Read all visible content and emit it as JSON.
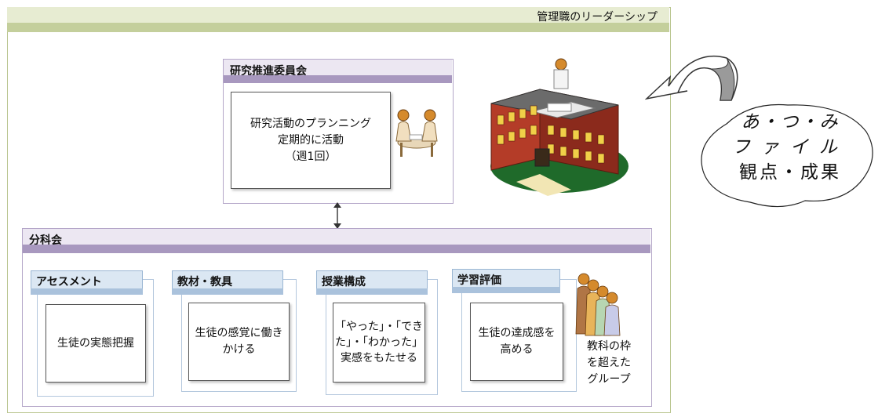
{
  "outer": {
    "title": "管理職のリーダーシップ"
  },
  "committee": {
    "title": "研究推進委員会",
    "lines": [
      "研究活動のプランニング",
      "定期的に活動",
      "（週1回）"
    ]
  },
  "subcommittee": {
    "title": "分科会",
    "groups": [
      {
        "title": "アセスメント",
        "lines": [
          "生徒の実態把握"
        ]
      },
      {
        "title": "教材・教具",
        "lines": [
          "生徒の感覚に働き",
          "かける"
        ]
      },
      {
        "title": "授業構成",
        "lines": [
          "「やった」・「でき",
          "た」・「わかった」",
          "実感をもたせる"
        ]
      },
      {
        "title": "学習評価",
        "lines": [
          "生徒の達成感を",
          "高める"
        ]
      }
    ],
    "group_label": [
      "教科の枠",
      "を超えた",
      "グループ"
    ]
  },
  "cloud": {
    "lines": [
      "あ・つ・み",
      "ファイル",
      "観点・成果"
    ]
  },
  "colors": {
    "green_band": "#c4cf9c",
    "purple_band": "#a898bf",
    "blue_band": "#aac2dc"
  },
  "icons": [
    "meeting-people-icon",
    "school-building-icon",
    "people-group-icon",
    "curved-arrow-icon",
    "double-arrow-icon"
  ]
}
